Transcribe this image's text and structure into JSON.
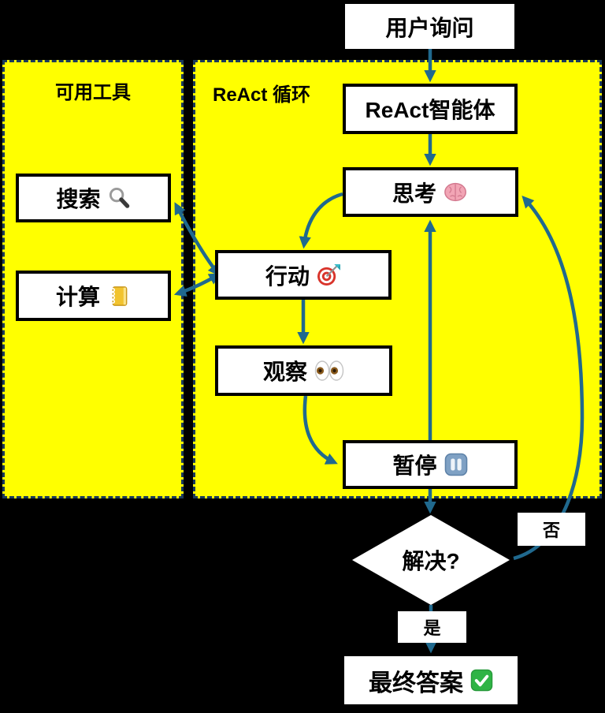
{
  "panels": {
    "tools": {
      "title": "可用工具"
    },
    "react_loop": {
      "title": "ReAct 循环"
    }
  },
  "nodes": {
    "user_query": {
      "label": "用户询问"
    },
    "react_agent": {
      "label": "ReAct智能体"
    },
    "think": {
      "label": "思考",
      "icon": "brain-icon"
    },
    "act": {
      "label": "行动",
      "icon": "target-icon"
    },
    "observe": {
      "label": "观察",
      "icon": "eyes-icon"
    },
    "pause": {
      "label": "暂停",
      "icon": "pause-icon"
    },
    "search": {
      "label": "搜索",
      "icon": "magnifier-icon"
    },
    "calculate": {
      "label": "计算",
      "icon": "ledger-icon"
    },
    "solved": {
      "label": "解决?"
    },
    "final_answer": {
      "label": "最终答案",
      "icon": "check-icon"
    }
  },
  "edge_labels": {
    "yes": "是",
    "no": "否"
  },
  "edges": [
    {
      "from": "user_query",
      "to": "react_agent"
    },
    {
      "from": "react_agent",
      "to": "think"
    },
    {
      "from": "think",
      "to": "act"
    },
    {
      "from": "act",
      "to": "search",
      "bidirectional": true
    },
    {
      "from": "act",
      "to": "calculate",
      "bidirectional": true
    },
    {
      "from": "act",
      "to": "observe"
    },
    {
      "from": "observe",
      "to": "pause"
    },
    {
      "from": "pause",
      "to": "think"
    },
    {
      "from": "pause",
      "to": "solved"
    },
    {
      "from": "solved",
      "to": "think",
      "label": "否"
    },
    {
      "from": "solved",
      "to": "final_answer",
      "label": "是"
    }
  ],
  "colors": {
    "background": "#000000",
    "panel_fill": "#FFFF00",
    "panel_border": "#1A3A5C",
    "arrow": "#20698E",
    "node_fill": "#FFFFFF",
    "node_border": "#000000",
    "text": "#000000"
  }
}
